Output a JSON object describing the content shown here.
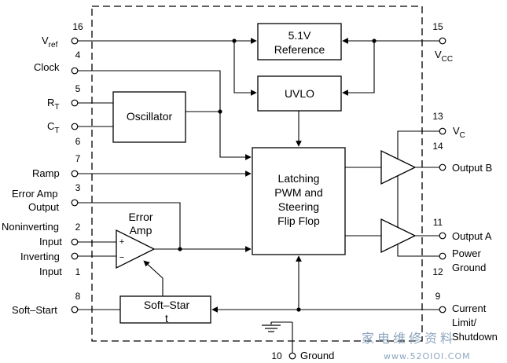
{
  "blocks": {
    "reference": {
      "line1": "5.1V",
      "line2": "Reference"
    },
    "uvlo": "UVLO",
    "oscillator": "Oscillator",
    "latch": {
      "line1": "Latching",
      "line2": "PWM and",
      "line3": "Steering",
      "line4": "Flip Flop"
    },
    "error_amp": {
      "line1": "Error",
      "line2": "Amp"
    },
    "soft_start": {
      "line1": "Soft–Star",
      "line2": "t"
    }
  },
  "pins_left": {
    "vref": {
      "number": "16",
      "label_main": "V",
      "label_sub": "ref"
    },
    "clock": {
      "number": "4",
      "label": "Clock"
    },
    "rt": {
      "number": "5",
      "label_main": "R",
      "label_sub": "T"
    },
    "ct": {
      "number": "6",
      "label_main": "C",
      "label_sub": "T"
    },
    "ramp": {
      "number": "7",
      "label": "Ramp"
    },
    "error_amp_output": {
      "number": "3",
      "line1": "Error Amp",
      "line2": "Output"
    },
    "noninverting": {
      "number": "2",
      "line1": "Noninverting",
      "line2": "Input"
    },
    "inverting": {
      "number": "1",
      "line1": "Inverting",
      "line2": "Input"
    },
    "soft_start": {
      "number": "8",
      "label": "Soft–Start"
    }
  },
  "pins_right": {
    "vcc": {
      "number": "15",
      "label_main": "V",
      "label_sub": "CC"
    },
    "vc": {
      "number": "13",
      "label_main": "V",
      "label_sub": "C"
    },
    "output_b": {
      "number": "14",
      "label": "Output B"
    },
    "output_a": {
      "number": "11",
      "label": "Output A"
    },
    "power_ground": {
      "number": "12",
      "line1": "Power",
      "line2": "Ground"
    },
    "current_limit": {
      "number": "9",
      "line1": "Current",
      "line2": "Limit/",
      "line3": "Shutdown"
    }
  },
  "pin_bottom": {
    "ground": {
      "number": "10",
      "label": "Ground"
    }
  },
  "opamp_signs": {
    "plus": "+",
    "minus": "−"
  },
  "watermark": {
    "text": "家电维修资料",
    "url": "www.52OIOI.COM"
  }
}
